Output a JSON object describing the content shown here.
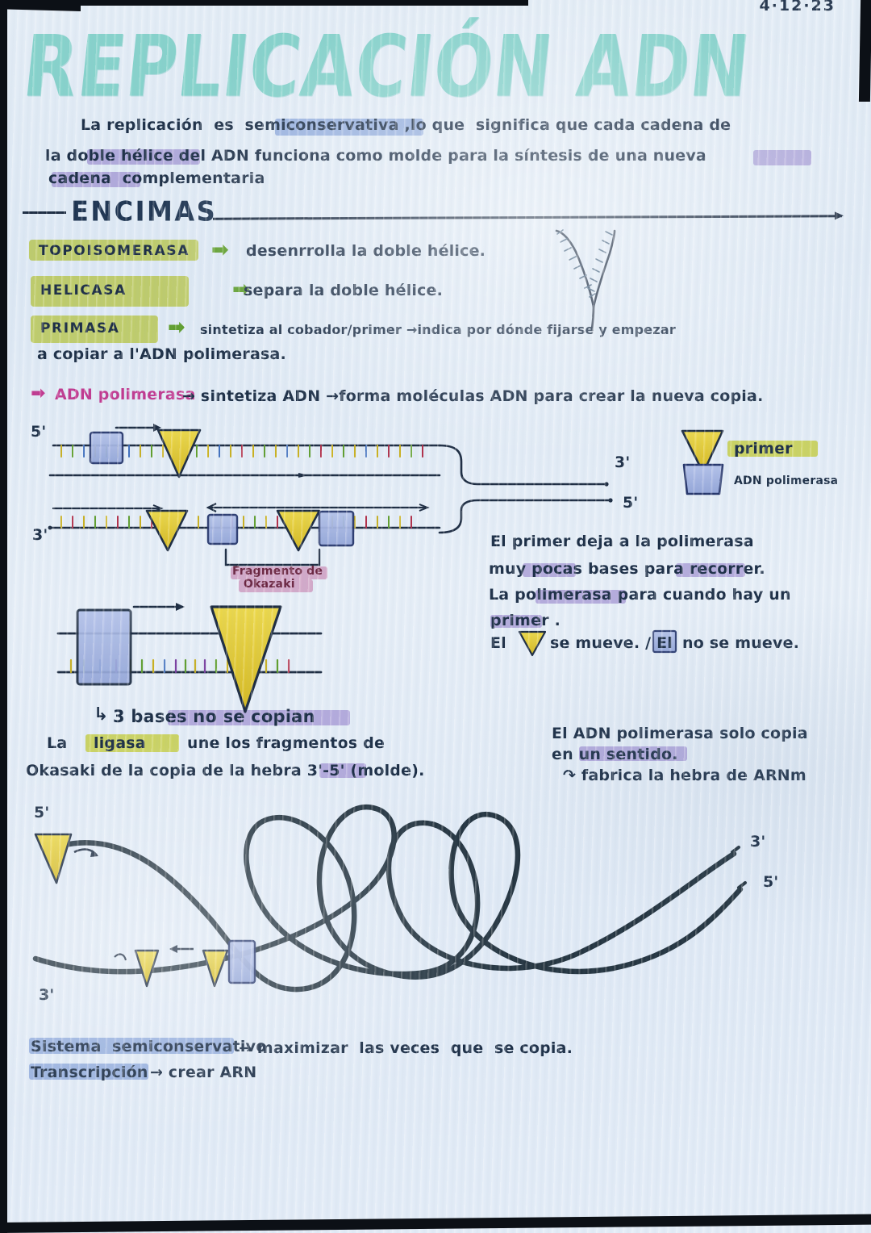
{
  "meta": {
    "title": "REPLICACIÓN ADN",
    "date": "4·12·23",
    "accent_title": "#7fd0c8",
    "ink": "#1b2d45",
    "highlight_blue": "#9fb6e4",
    "highlight_purple": "#c0acdf",
    "highlight_yellow": "#d3d94f",
    "highlight_pink": "#e7a8c8",
    "primer_color": "#e2c72c",
    "polymerase_color": "#9fb0e0"
  },
  "intro": {
    "line1": "La replicación  es  semiconservativa ,lo que  significa que cada cadena de",
    "line2": "la doble hélice del ADN funciona como molde para la síntesis de una nueva",
    "line3": "cadena  complementaria"
  },
  "enzymes_heading": "ENCIMAS",
  "enzymes": [
    {
      "name": "TOPOISOMERASA",
      "arrow": "➡",
      "desc": "desenrrolla la doble hélice."
    },
    {
      "name": "HELICASA",
      "arrow": "➡",
      "desc": "separa la doble hélice."
    },
    {
      "name": "PRIMASA",
      "arrow": "➡",
      "desc": "sintetiza al cobador/primer →indica por dónde fijarse y empezar"
    }
  ],
  "primasa_cont": "a copiar a l'ADN polimerasa.",
  "polymerase_note": {
    "bullet": "➡",
    "label": "ADN polimerasa",
    "text": "→ sintetiza ADN →forma moléculas ADN para crear la nueva copia."
  },
  "fork_diagram": {
    "label_5_top": "5'",
    "label_3_bottom_left": "3'",
    "label_3_right": "3'",
    "label_5_right": "5'",
    "okazaki_label_line1": "Fragmento de",
    "okazaki_label_line2": "Okazaki"
  },
  "legend": [
    {
      "shape": "triangle",
      "label": "primer"
    },
    {
      "shape": "square",
      "label": "ADN polimerasa"
    }
  ],
  "right_note": {
    "l1": "El primer deja a la polimerasa",
    "l2": "muy pocas bases para recorrer.",
    "l3": "La polimerasa para cuando hay un",
    "l4": "primer .",
    "l5a": "El",
    "l5b": "se mueve. / El",
    "l5c": "no se mueve."
  },
  "detail_diagram": {
    "caption_arrow": "↳",
    "caption": "3 bases no se copian"
  },
  "ligase_note": {
    "l1a": "La",
    "l1b": "ligasa",
    "l1c": "une los fragmentos de",
    "l2": "Okasaki de la copia de la hebra 3'-5' (molde)."
  },
  "polymerase_direction_note": {
    "l1": "El ADN polimerasa solo copia",
    "l2": "en un sentido.",
    "l3": "↷ fabrica la hebra de ARNm"
  },
  "supercoil_diagram": {
    "label_5_left": "5'",
    "label_3_left": "3'",
    "label_3_right": "3'",
    "label_5_right": "5'"
  },
  "bottom_notes": {
    "l1a": "Sistema  semiconservativo",
    "l1b": "→ maximizar  las veces  que  se copia.",
    "l2a": "Transcripción",
    "l2b": "→ crear ARN"
  }
}
